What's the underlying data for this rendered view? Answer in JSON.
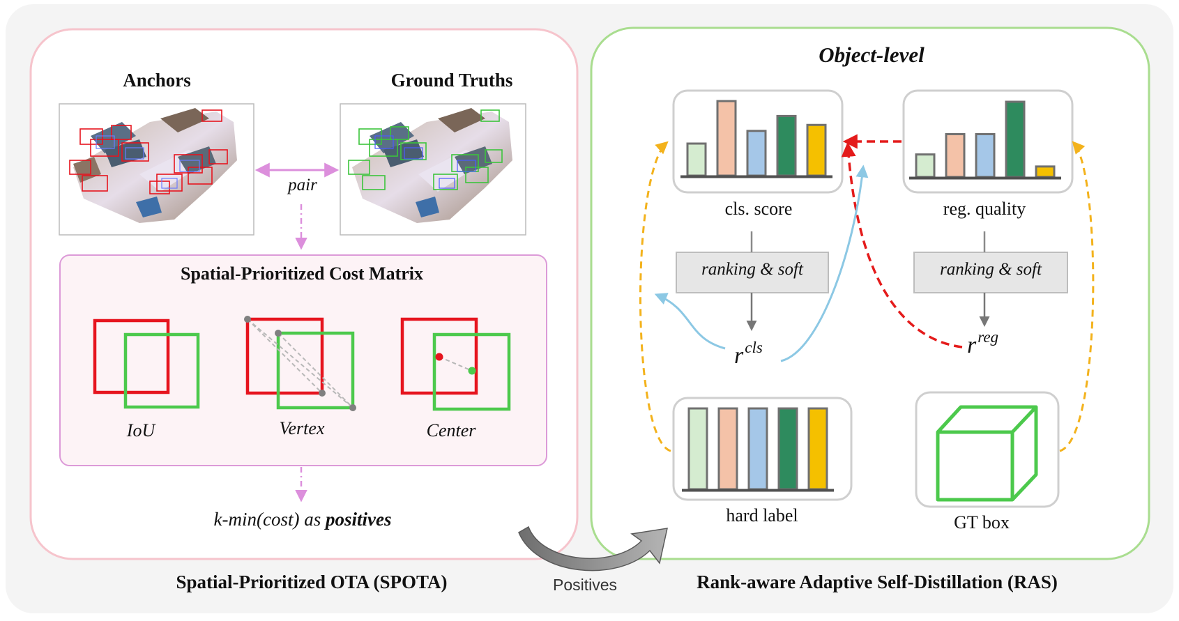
{
  "left_panel": {
    "anchors_title": "Anchors",
    "gt_title": "Ground Truths",
    "pair_label": "pair",
    "cost_matrix_title": "Spatial-Prioritized Cost Matrix",
    "cost_items": [
      "IoU",
      "Vertex",
      "Center"
    ],
    "kmin_prefix": "k-min(cost) as ",
    "kmin_bold": "positives",
    "caption": "Spatial-Prioritized OTA (SPOTA)"
  },
  "middle": {
    "positives_label": "Positives"
  },
  "right_panel": {
    "title": "Object-level",
    "cls_label": "cls. score",
    "reg_label": "reg. quality",
    "ranking_cls": "ranking & soft",
    "ranking_reg": "ranking & soft",
    "r_cls_base": "r",
    "r_cls_sup": "cls",
    "r_reg_base": "r",
    "r_reg_sup": "reg",
    "hard_label": "hard label",
    "gt_box_label": "GT box",
    "caption": "Rank-aware Adaptive Self-Distillation (RAS)"
  },
  "colors": {
    "bar_colors": [
      "#d5ecd0",
      "#f4c2a8",
      "#a5c7e8",
      "#2e8b5e",
      "#f5c000"
    ],
    "spota_border": "#f6c4cc",
    "ras_border": "#a9dd8f",
    "anchor_red": "#e6141e",
    "gt_green": "#4cc94c",
    "orange_dash": "#f3b21c",
    "red_dash": "#e41b1b",
    "blue_arrow": "#8cc8e4",
    "pink_arrow": "#dc8fdc"
  },
  "bars": {
    "cls_score": [
      0.43,
      1.0,
      0.6,
      0.8,
      0.68
    ],
    "reg_quality": [
      0.3,
      0.57,
      0.57,
      1.0,
      0.14
    ],
    "hard_label": [
      1.0,
      1.0,
      1.0,
      1.0,
      1.0
    ]
  }
}
